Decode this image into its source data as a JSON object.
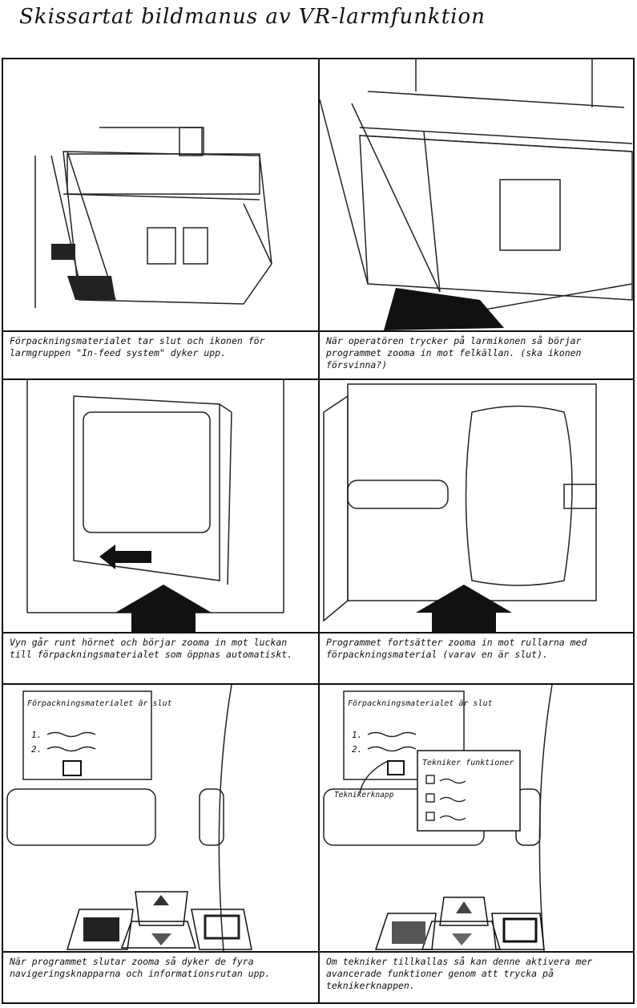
{
  "title": "Skissartat bildmanus av VR-larmfunktion",
  "panels": [
    {
      "caption": "Förpackningsmaterialet tar slut och ikonen för larmgruppen \"In-feed system\" dyker upp."
    },
    {
      "caption": "När operatören trycker på larmikonen så börjar programmet zooma in mot felkällan. (ska ikonen försvinna?)"
    },
    {
      "caption": "Vyn går runt hörnet och börjar zooma in mot luckan till förpackningsmaterialet som öppnas automatiskt."
    },
    {
      "caption": "Programmet fortsätter zooma in mot rullarna med förpackningsmaterial (varav en är slut)."
    },
    {
      "caption": "När programmet slutar zooma så dyker de fyra navigeringsknapparna och informationsrutan upp.",
      "info_box": {
        "title": "Förpackningsmaterialet är slut",
        "item1": "1.",
        "item2": "2."
      }
    },
    {
      "caption": "Om tekniker tillkallas så kan denne aktivera mer avancerade funktioner genom att trycka på teknikerknappen.",
      "info_box": {
        "title": "Förpackningsmaterialet är slut",
        "item1": "1.",
        "item2": "2."
      },
      "tech_box": {
        "title": "Tekniker funktioner"
      },
      "tech_label": "Teknikerknapp"
    }
  ]
}
